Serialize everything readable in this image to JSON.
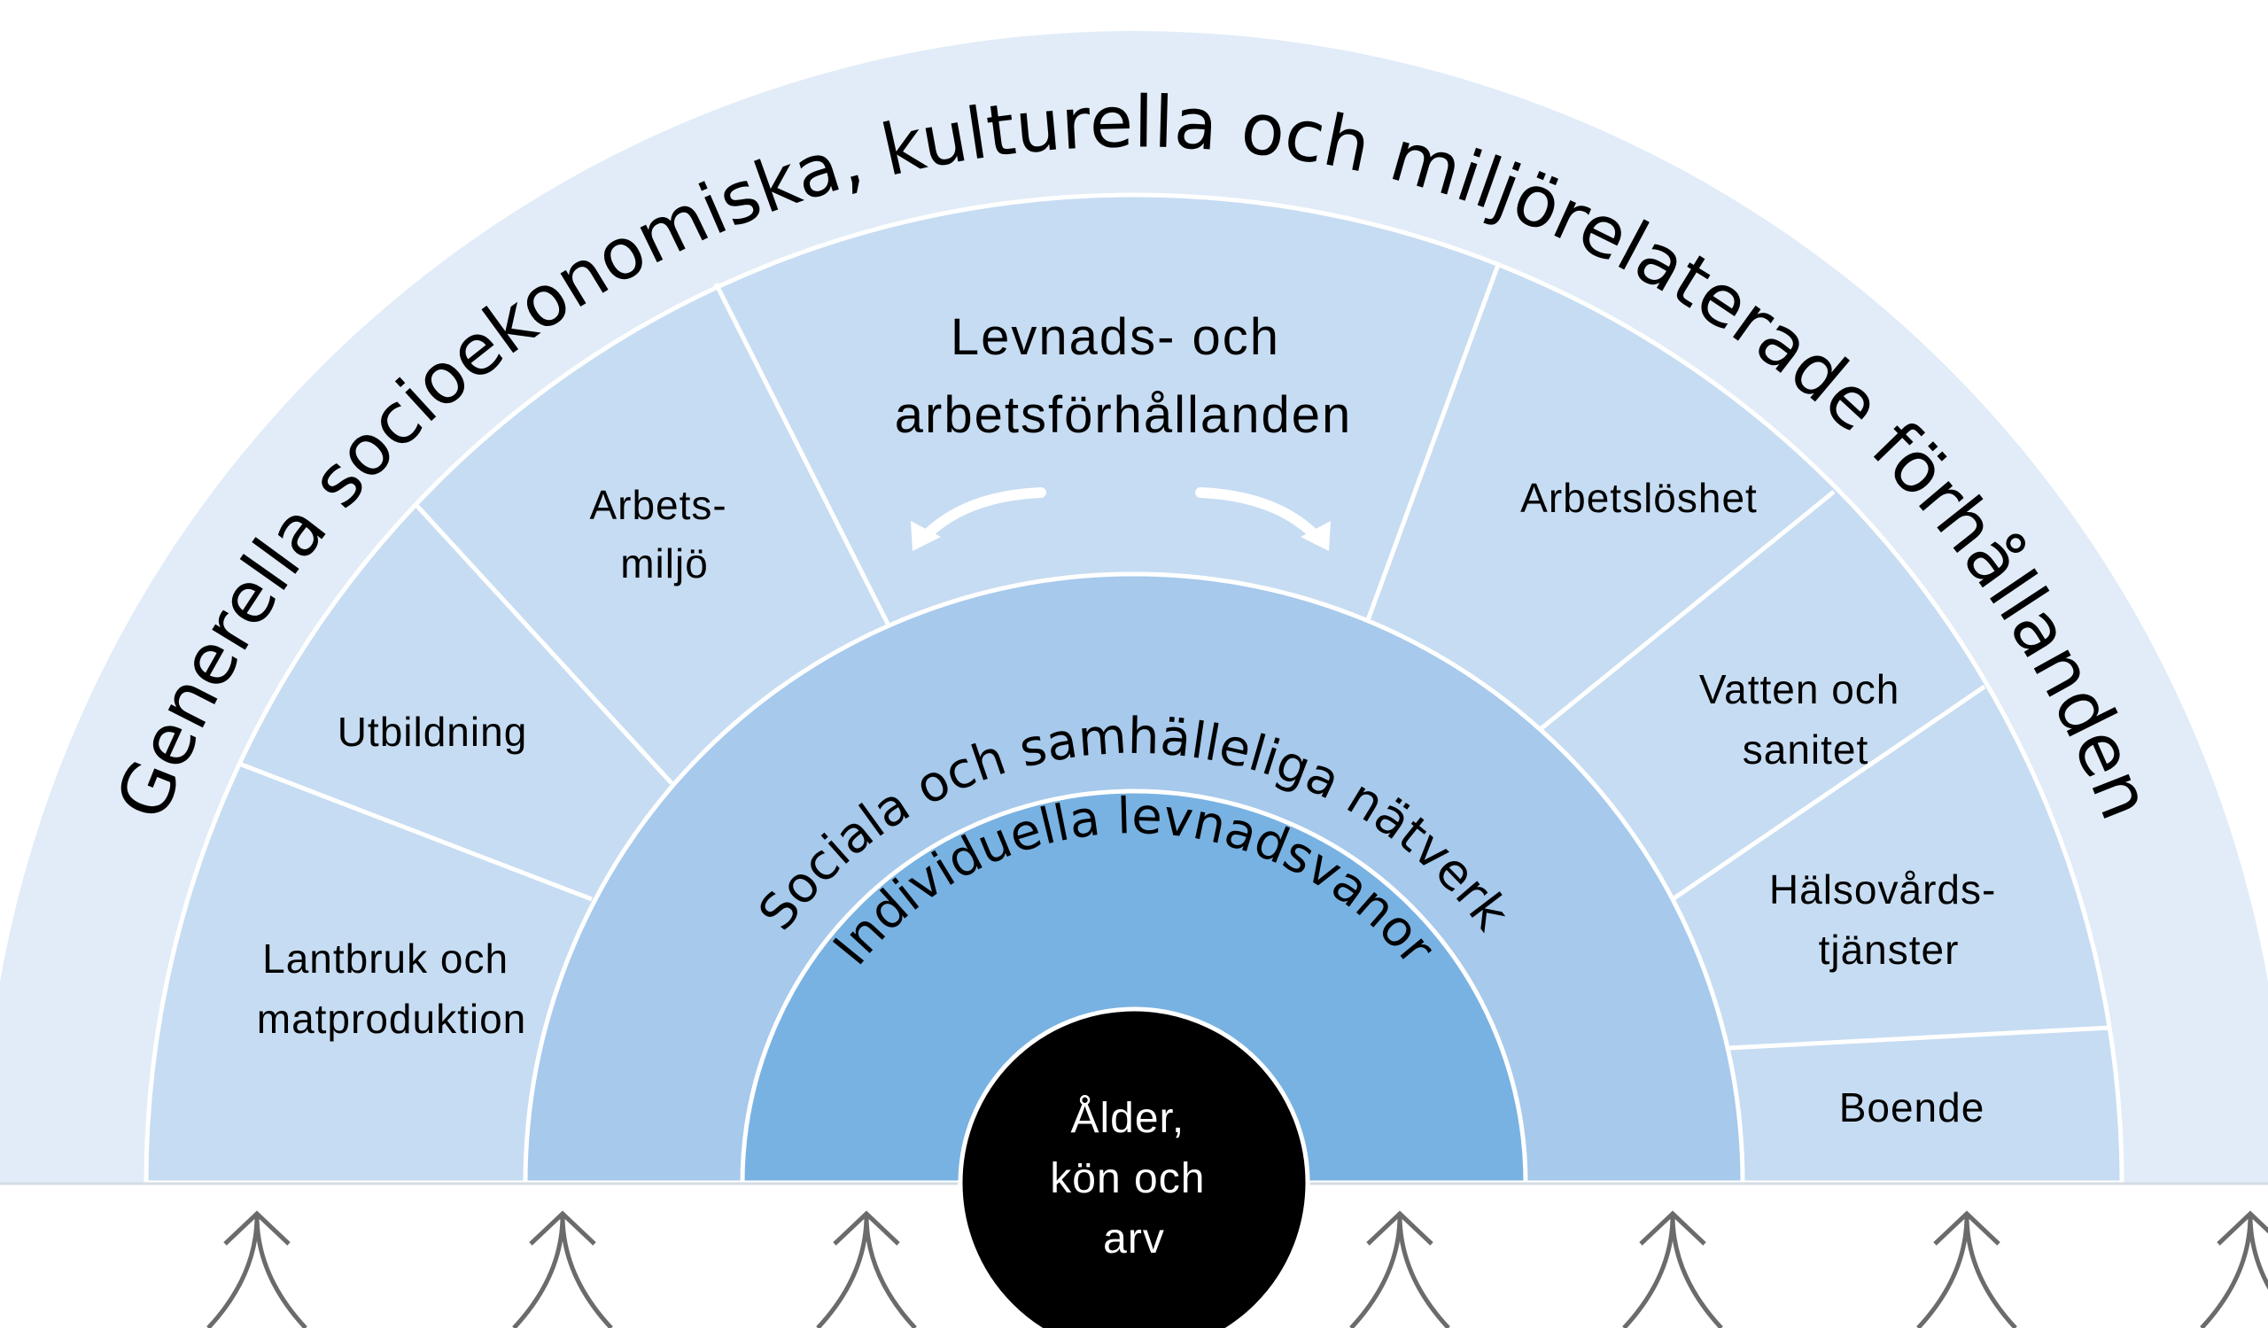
{
  "outer_ring": {
    "title": "Generella socioekonomiska, kulturella och miljörelaterade förhållanden"
  },
  "middle_ring": {
    "title": "Levnads- och arbetsförhållanden",
    "title_lines": [
      "Levnads- och",
      "arbetsförhållanden"
    ],
    "segments": [
      {
        "lines": [
          "Lantbruk och",
          "matproduktion"
        ]
      },
      {
        "lines": [
          "Utbildning"
        ]
      },
      {
        "lines": [
          "Arbets-",
          "miljö"
        ]
      },
      {
        "lines": [
          "Arbetslöshet"
        ]
      },
      {
        "lines": [
          "Vatten och",
          "sanitet"
        ]
      },
      {
        "lines": [
          "Hälsovårds-",
          "tjänster"
        ]
      },
      {
        "lines": [
          "Boende"
        ]
      }
    ]
  },
  "network_ring": {
    "title": "Sociala och samhälleliga nätverk"
  },
  "individual_ring": {
    "title": "Individuella levnadsvanor"
  },
  "core": {
    "lines": [
      "Ålder,",
      "kön och",
      "arv"
    ]
  },
  "colors": {
    "outer": "#e1ecf8",
    "middle": "#c6dcf2",
    "network": "#a6c9ec",
    "individual": "#78b2e2",
    "core": "#000000",
    "divider": "#ffffff",
    "arrow": "#6b6b6b"
  },
  "arrow_icons": [
    "up-arrow-icon",
    "up-arrow-icon",
    "up-arrow-icon",
    "up-arrow-icon",
    "up-arrow-icon",
    "up-arrow-icon",
    "up-arrow-icon",
    "up-arrow-icon"
  ]
}
